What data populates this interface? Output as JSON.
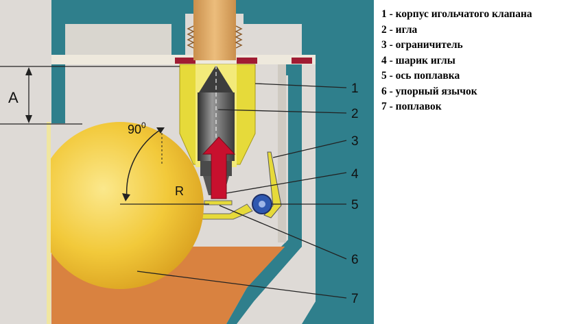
{
  "diagram": {
    "label_a": "A",
    "label_r": "R",
    "angle_label": "90",
    "angle_sup": "0",
    "callouts": [
      "1",
      "2",
      "3",
      "4",
      "5",
      "6",
      "7"
    ]
  },
  "legend": {
    "items": [
      "1 - корпус игольчатого клапана",
      "2 - игла",
      "3 - ограничитель",
      "4 - шарик иглы",
      "5 - ось поплавка",
      "6 - упорный язычок",
      "7 - поплавок"
    ]
  },
  "colors": {
    "background": "#dedad6",
    "housing_teal": "#2f7f8c",
    "brass": "#d9a45e",
    "seal_red": "#a01c33",
    "valve_body_yellow": "#e6da3a",
    "needle_grey": "#5e5e5e",
    "float_yellow": "#f2c93a",
    "chamber_orange": "#d98240",
    "arrow_red": "#c8102e",
    "axle_blue": "#2f58b0"
  }
}
